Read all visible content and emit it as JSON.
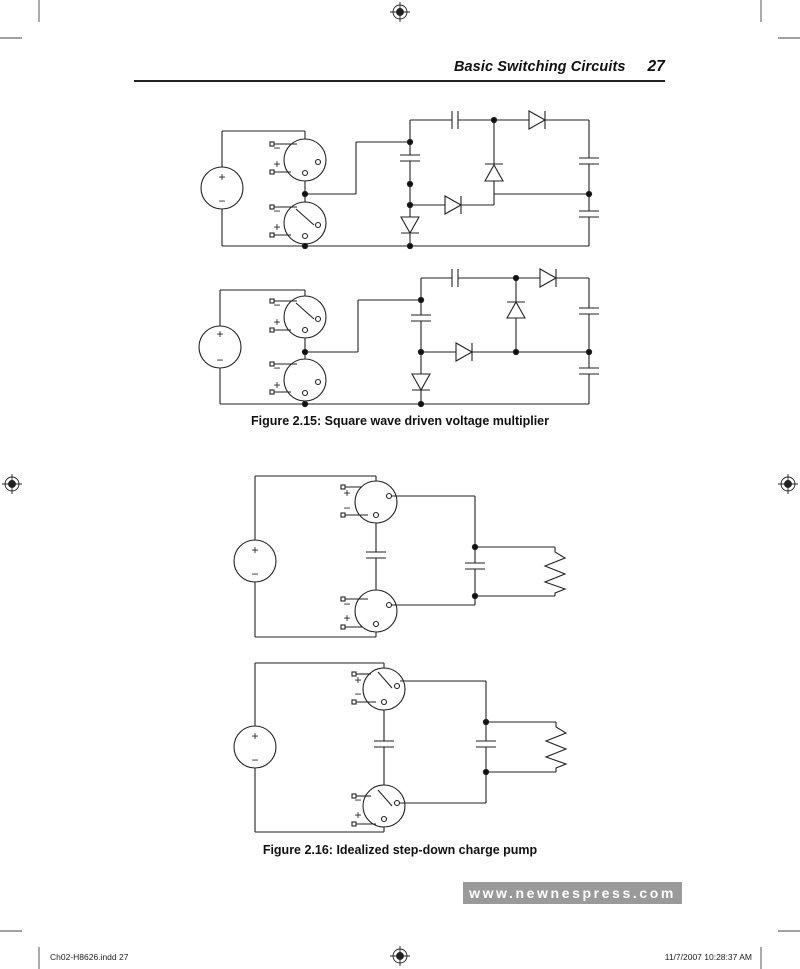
{
  "header": {
    "title": "Basic Switching Circuits",
    "page_number": "27"
  },
  "figures": [
    {
      "caption": "Figure 2.15: Square wave driven voltage multiplier"
    },
    {
      "caption": "Figure 2.16: Idealized step-down charge pump"
    }
  ],
  "symbols": {
    "plus": "+",
    "minus": "−"
  },
  "footer": {
    "website": "www.newnespress.com",
    "file_slug": "Ch02-H8626.indd   27",
    "timestamp": "11/7/2007   10:28:37 AM"
  }
}
